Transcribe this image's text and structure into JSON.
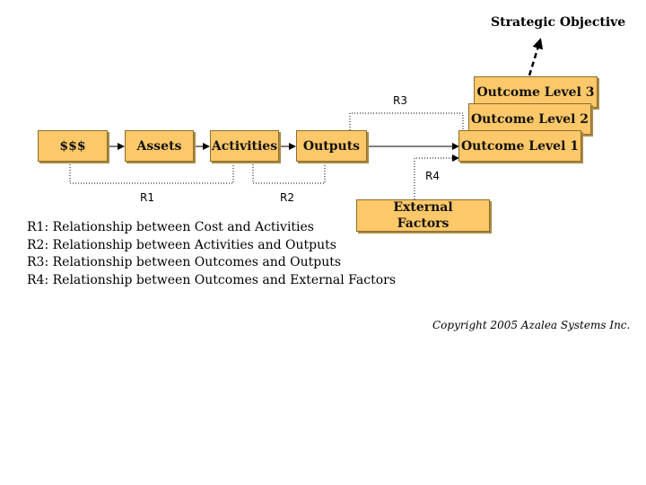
{
  "nodes": {
    "cost": "$$$",
    "assets": "Assets",
    "activities": "Activities",
    "outputs": "Outputs",
    "outcome1": "Outcome Level 1",
    "outcome2": "Outcome Level 2",
    "outcome3": "Outcome Level 3",
    "external_line1": "External",
    "external_line2": "Factors",
    "strategic": "Strategic Objective"
  },
  "relationship_labels": {
    "r1": "R1",
    "r2": "R2",
    "r3": "R3",
    "r4": "R4"
  },
  "legend": [
    "R1: Relationship between Cost and Activities",
    "R2: Relationship between Activities and Outputs",
    "R3: Relationship between Outcomes and Outputs",
    "R4: Relationship between Outcomes and External Factors"
  ],
  "copyright": "Copyright 2005 Azalea Systems Inc.",
  "colors": {
    "box_fill": "#fdc869",
    "box_border": "#8a6d2c",
    "line": "#000000"
  }
}
